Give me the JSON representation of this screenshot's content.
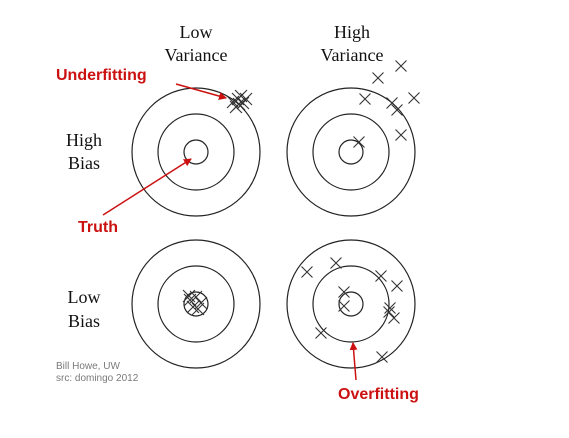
{
  "columns": {
    "low_variance": [
      "Low",
      "Variance"
    ],
    "high_variance": [
      "High",
      "Variance"
    ]
  },
  "rows": {
    "high_bias": [
      "High",
      "Bias"
    ],
    "low_bias": [
      "Low",
      "Bias"
    ]
  },
  "annotations": {
    "underfitting": "Underfitting",
    "truth": "Truth",
    "overfitting": "Overfitting"
  },
  "credit": {
    "author": "Bill Howe, UW",
    "source": "src: domingo 2012"
  },
  "colors": {
    "annotation": "#cc1111",
    "ring": "#222222",
    "mark": "#333333",
    "credit": "#7a7a7a"
  },
  "markers": "cross",
  "targets": [
    {
      "name": "low-bias-low-variance",
      "markers": 6
    },
    {
      "name": "low-bias-high-variance",
      "markers": 11
    },
    {
      "name": "high-bias-low-variance",
      "markers": 7
    },
    {
      "name": "high-bias-high-variance",
      "markers": 8
    }
  ]
}
